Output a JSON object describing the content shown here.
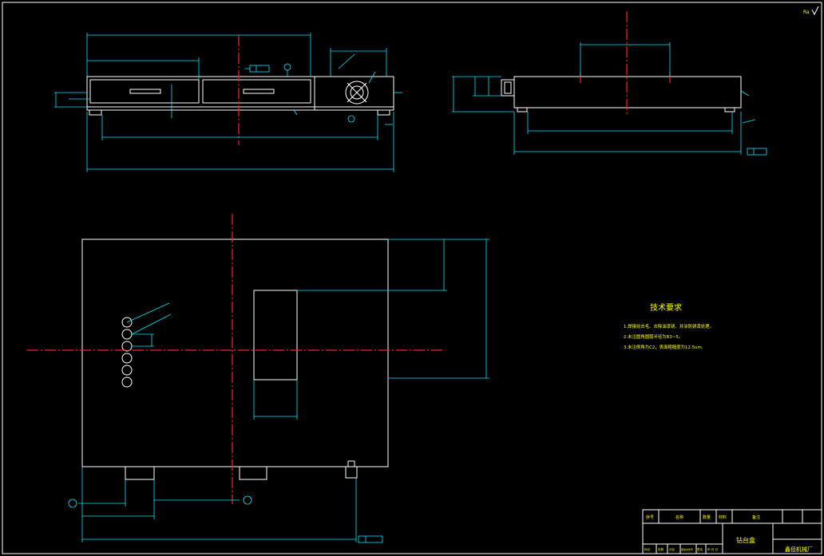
{
  "drawing": {
    "corner_mark": "Ra",
    "tech": {
      "title": "技术要求",
      "lines": [
        "1.焊接前去毛、去除油漆锈、并涂防锈漆处理。",
        "2.未注圆角圆弧半径为R3~5。",
        "3.未注倒角为C2，表面粗糙度为12.5um."
      ]
    },
    "title_block": {
      "part_name": "钻台盒",
      "org_name": "鑫佰机械厂",
      "headers": [
        "序号",
        "名称",
        "数量",
        "材料",
        "备注"
      ],
      "small_labels": [
        "标记",
        "处数",
        "分区",
        "更改文件号",
        "签名",
        "年 月 日"
      ]
    }
  },
  "colors": {
    "background": "#000000",
    "outline": "#ffffff",
    "dimension": "#00e5ff",
    "centerline": "#ff2020",
    "text": "#ffff00"
  }
}
